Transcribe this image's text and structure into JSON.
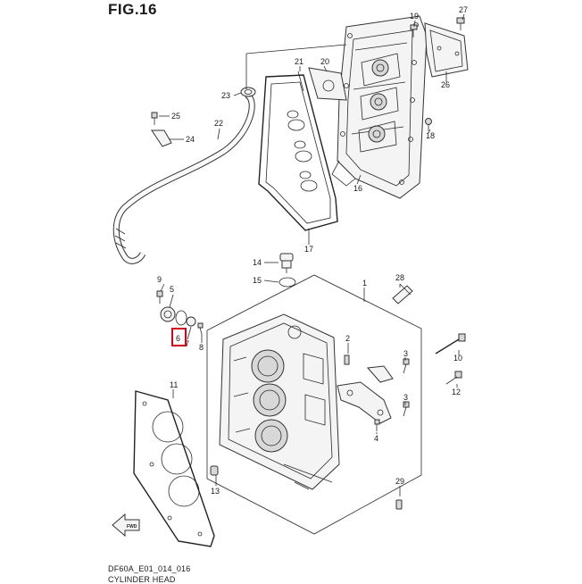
{
  "figure": {
    "title": "FIG.16",
    "drawing_code": "DF60A_E01_014_016",
    "caption": "CYLINDER HEAD",
    "highlight_color": "#d0021b"
  },
  "callouts": {
    "c1": "1",
    "c2": "2",
    "c3a": "3",
    "c3b": "3",
    "c4": "4",
    "c5": "5",
    "c6": "6",
    "c7": "7",
    "c8": "8",
    "c9": "9",
    "c10": "10",
    "c11": "11",
    "c12": "12",
    "c13": "13",
    "c14": "14",
    "c15": "15",
    "c16": "16",
    "c17": "17",
    "c18": "18",
    "c19": "19",
    "c20": "20",
    "c21": "21",
    "c22": "22",
    "c23": "23",
    "c24": "24",
    "c25": "25",
    "c26": "26",
    "c27": "27",
    "c28": "28",
    "c29": "29"
  },
  "icons": {
    "front_arrow": "fwd-arrow-icon",
    "front_label": "FWD"
  }
}
